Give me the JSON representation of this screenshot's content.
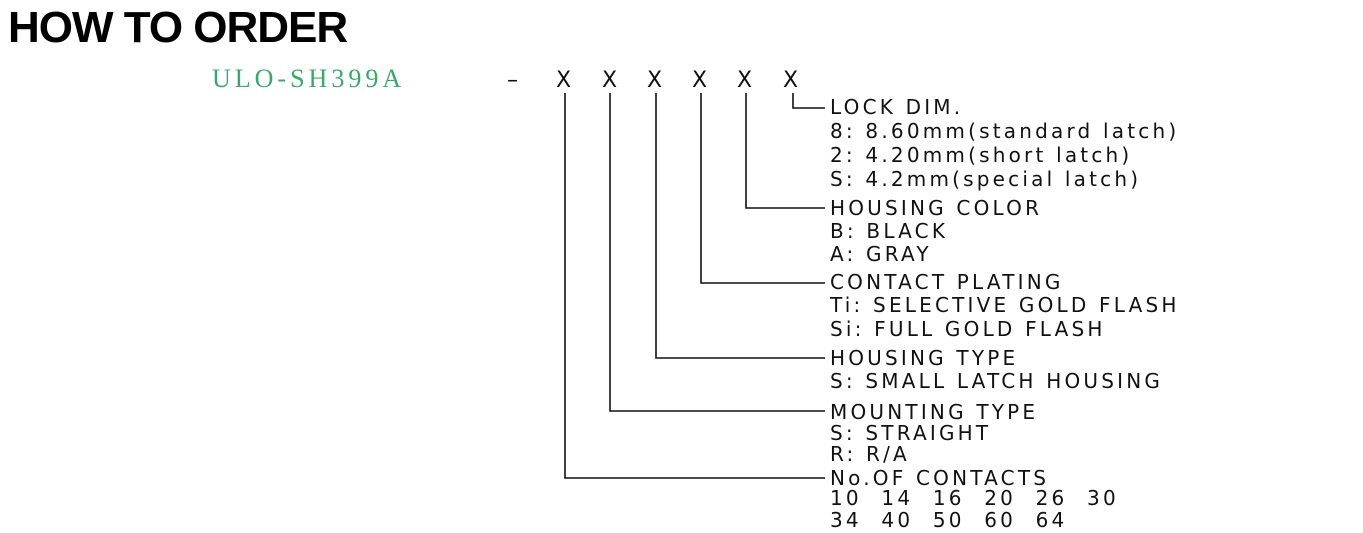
{
  "title": "HOW TO ORDER",
  "part_number": {
    "prefix": "ULO-SH399A",
    "separator": "–",
    "placeholders": [
      "X",
      "X",
      "X",
      "X",
      "X",
      "X"
    ]
  },
  "fields": [
    {
      "heading": "LOCK DIM.",
      "options": [
        "8: 8.60mm(standard latch)",
        "2: 4.20mm(short latch)",
        "S: 4.2mm(special latch)"
      ]
    },
    {
      "heading": "HOUSING COLOR",
      "options": [
        "B: BLACK",
        "A: GRAY"
      ]
    },
    {
      "heading": "CONTACT PLATING",
      "options": [
        "Ti: SELECTIVE GOLD FLASH",
        "Si: FULL GOLD FLASH"
      ]
    },
    {
      "heading": "HOUSING TYPE",
      "options": [
        "S: SMALL LATCH HOUSING"
      ]
    },
    {
      "heading": "MOUNTING TYPE",
      "options": [
        "S: STRAIGHT",
        "R: R/A"
      ]
    },
    {
      "heading": "No.OF CONTACTS",
      "options": [
        "10 14 16 20 26 30",
        "34 40 50 60 64"
      ]
    }
  ]
}
